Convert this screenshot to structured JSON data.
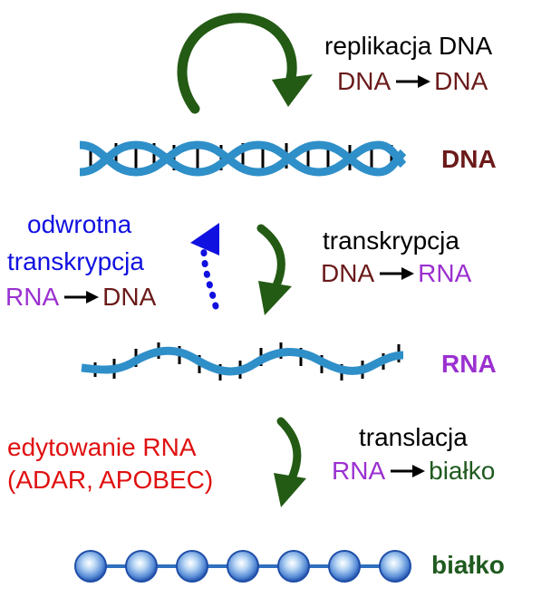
{
  "colors": {
    "dna": "#6b1a1a",
    "rna": "#9b30d0",
    "protein": "#1f5a1f",
    "helix": "#2f8fc8",
    "arrow": "#235a14",
    "reverse": "#1010e0",
    "editing": "#e01010",
    "black": "#000000"
  },
  "replication": {
    "title": "replikacja DNA",
    "from": "DNA",
    "to": "DNA"
  },
  "dna_label": "DNA",
  "reverse_transcription": {
    "line1": "odwrotna",
    "line2": "transkrypcja",
    "from": "RNA",
    "to": "DNA"
  },
  "transcription": {
    "title": "transkrypcja",
    "from": "DNA",
    "to": "RNA"
  },
  "rna_label": "RNA",
  "editing": {
    "line1": "edytowanie RNA",
    "line2": "(ADAR, APOBEC)"
  },
  "translation": {
    "title": "translacja",
    "from": "RNA",
    "to": "białko"
  },
  "protein_label": "białko"
}
